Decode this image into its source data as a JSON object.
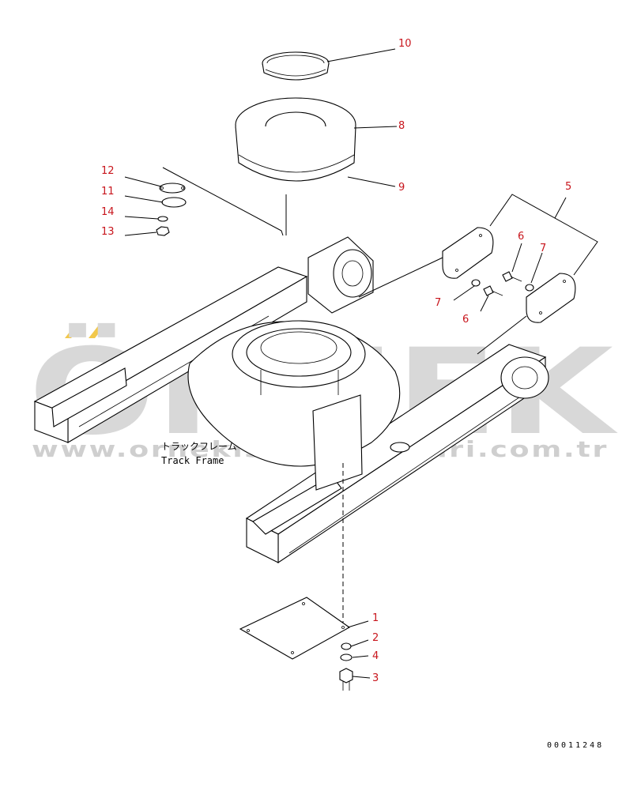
{
  "watermark": {
    "brand": "ÖRNEK",
    "url": "www.ornekisvmakinalari.com.tr"
  },
  "labels": {
    "frame_jp": "トラックフレーム",
    "frame_en": "Track Frame",
    "drawing_code": "00011248"
  },
  "callouts": [
    {
      "id": "c10",
      "text": "10"
    },
    {
      "id": "c8",
      "text": "8"
    },
    {
      "id": "c9",
      "text": "9"
    },
    {
      "id": "c12",
      "text": "12"
    },
    {
      "id": "c11",
      "text": "11"
    },
    {
      "id": "c14",
      "text": "14"
    },
    {
      "id": "c13",
      "text": "13"
    },
    {
      "id": "c5",
      "text": "5"
    },
    {
      "id": "c6a",
      "text": "6"
    },
    {
      "id": "c7a",
      "text": "7"
    },
    {
      "id": "c7b",
      "text": "7"
    },
    {
      "id": "c6b",
      "text": "6"
    },
    {
      "id": "c1",
      "text": "1"
    },
    {
      "id": "c2",
      "text": "2"
    },
    {
      "id": "c4",
      "text": "4"
    },
    {
      "id": "c3",
      "text": "3"
    }
  ],
  "colors": {
    "callout": "#c8161d",
    "watermark_accent": "#f2c84b",
    "watermark_text": "#d8d8d8"
  }
}
